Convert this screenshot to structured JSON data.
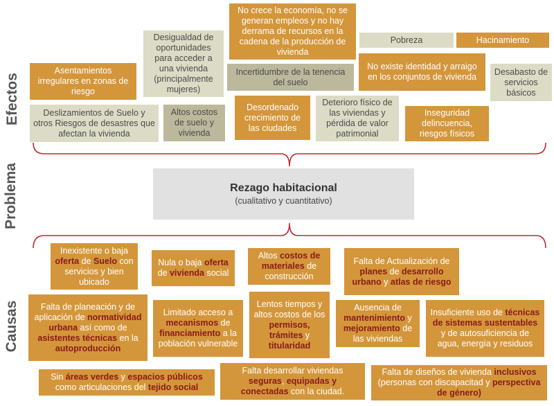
{
  "section_labels": {
    "effects": "Efectos",
    "problem": "Problema",
    "causes": "Causas"
  },
  "colors": {
    "orange": "#d4963b",
    "beige": "#dcdcc6",
    "olive": "#bcb89c",
    "bracket": "#c0282e",
    "highlight": "#8a1a1a"
  },
  "problem": {
    "title": "Rezago habitacional",
    "subtitle": "(cualitativo y cuantitativo)"
  },
  "effects": [
    "Asentamientos irregulares en zonas de riesgo",
    "Deslizamientos de Suelo y otros Riesgos de desastres que afectan la vivienda",
    "Desigualdad de oportunidades para acceder a una vivienda (principalmente mujeres)",
    "Altos costos de suelo y vivienda",
    "No crece la economía, no se generan empleos y no hay derrama de recursos en la cadena de la producción de vivienda",
    "Incertidumbre de la tenencia del suelo",
    "Desordenado crecimiento de las ciudades",
    "Deterioro físico de las viviendas y pérdida de valor patrimonial",
    "Pobreza",
    "Hacinamiento",
    "No existe identidad y arraigo en los conjuntos de vivienda",
    "Desabasto de servicios básicos",
    "Inseguridad delincuencia, riesgos físicos"
  ],
  "causes": [
    [
      {
        "t": "Inexistente o baja "
      },
      {
        "t": "oferta",
        "b": true
      },
      {
        "t": " de "
      },
      {
        "t": "Suelo",
        "b": true
      },
      {
        "t": " con servicios y bien ubicado"
      }
    ],
    [
      {
        "t": "Nula o baja "
      },
      {
        "t": "oferta",
        "b": true
      },
      {
        "t": " de "
      },
      {
        "t": "vivienda",
        "b": true
      },
      {
        "t": " social"
      }
    ],
    [
      {
        "t": "Altos "
      },
      {
        "t": "costos de materiales",
        "b": true
      },
      {
        "t": " de construcción"
      }
    ],
    [
      {
        "t": "Falta de Actualización de "
      },
      {
        "t": "planes",
        "b": true
      },
      {
        "t": " de "
      },
      {
        "t": "desarrollo urbano",
        "b": true
      },
      {
        "t": " y "
      },
      {
        "t": "atlas de riesgo",
        "b": true
      }
    ],
    [
      {
        "t": "Falta de planeación y de aplicación de "
      },
      {
        "t": "normatividad urbana",
        "b": true
      },
      {
        "t": " así como de "
      },
      {
        "t": "asistentes técnicas",
        "b": true
      },
      {
        "t": " en la "
      },
      {
        "t": "autoproducción",
        "b": true
      }
    ],
    [
      {
        "t": "Limitado acceso a "
      },
      {
        "t": "mecanismos",
        "b": true
      },
      {
        "t": " de "
      },
      {
        "t": "financiamiento",
        "b": true
      },
      {
        "t": " a la población vulnerable"
      }
    ],
    [
      {
        "t": "Lentos tiempos y altos costos de los "
      },
      {
        "t": "permisos, trámites",
        "b": true
      },
      {
        "t": " y "
      },
      {
        "t": "titularidad",
        "b": true
      }
    ],
    [
      {
        "t": "Ausencia de "
      },
      {
        "t": "mantenimiento",
        "b": true
      },
      {
        "t": " y "
      },
      {
        "t": "mejoramiento",
        "b": true
      },
      {
        "t": " de las viviendas"
      }
    ],
    [
      {
        "t": "Insuficiente uso de "
      },
      {
        "t": "técnicas de sistemas sustentables",
        "b": true
      },
      {
        "t": " y de autosuficiencia de agua, energía y residuos"
      }
    ],
    [
      {
        "t": "Sin "
      },
      {
        "t": "áreas verdes",
        "b": true
      },
      {
        "t": " y "
      },
      {
        "t": "espacios públicos",
        "b": true
      },
      {
        "t": " como articulaciones del "
      },
      {
        "t": "tejido social",
        "b": true
      }
    ],
    [
      {
        "t": "Falta desarrollar viviendas "
      },
      {
        "t": "seguras",
        "b": true
      },
      {
        "t": ", "
      },
      {
        "t": "equipadas y conectadas",
        "b": true
      },
      {
        "t": " con la ciudad."
      }
    ],
    [
      {
        "t": "Falta de diseños de vivienda "
      },
      {
        "t": "inclusivos",
        "b": true
      },
      {
        "t": " (personas con discapacitad y "
      },
      {
        "t": "perspectiva de género)",
        "b": true
      }
    ]
  ]
}
